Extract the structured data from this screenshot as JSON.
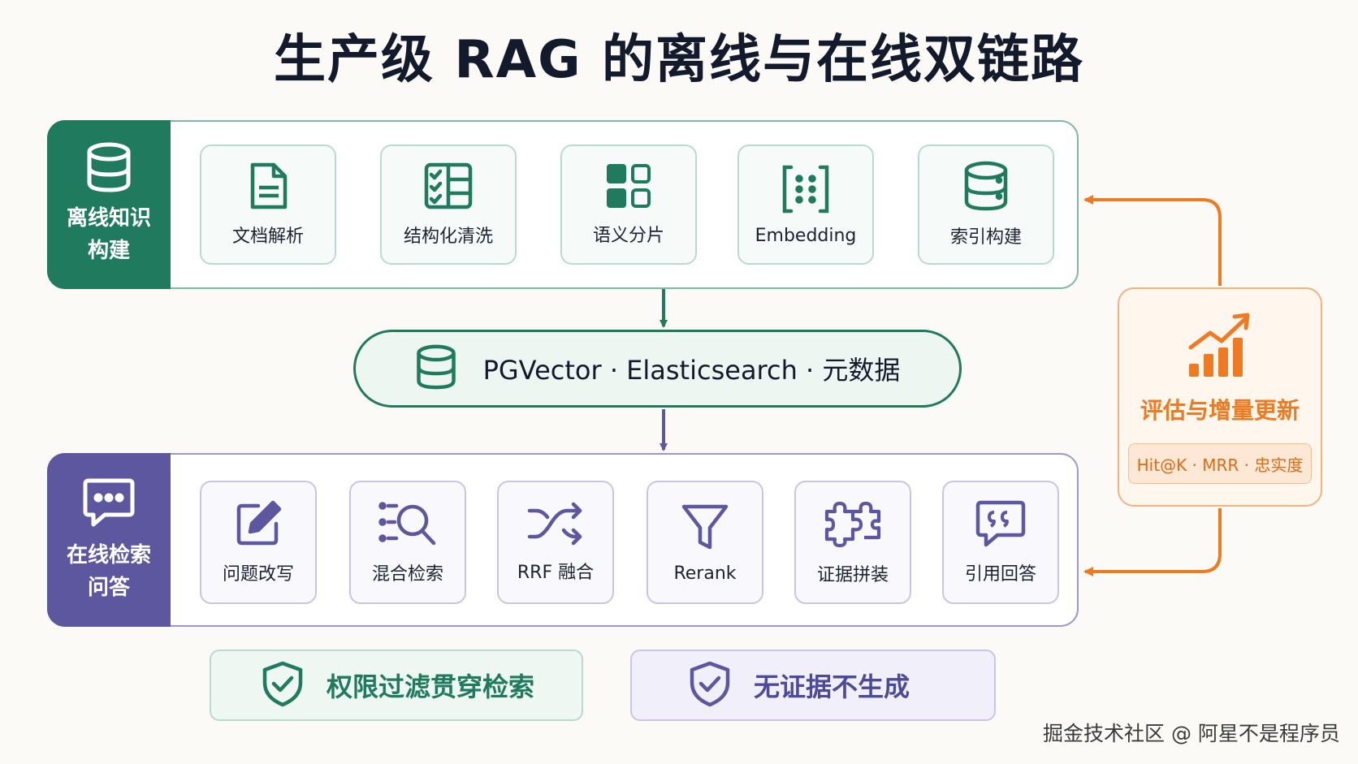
{
  "title": "生产级 RAG 的离线与在线双链路",
  "offline": {
    "label": "离线知识构建",
    "steps": [
      {
        "label": "文档解析",
        "icon": "document-icon"
      },
      {
        "label": "结构化清洗",
        "icon": "table-checklist-icon"
      },
      {
        "label": "语义分片",
        "icon": "grid-blocks-icon"
      },
      {
        "label": "Embedding",
        "icon": "vector-brackets-icon"
      },
      {
        "label": "索引构建",
        "icon": "database-icon"
      }
    ]
  },
  "store": {
    "label": "PGVector · Elasticsearch · 元数据",
    "icon": "database-icon"
  },
  "online": {
    "label": "在线检索问答",
    "steps": [
      {
        "label": "问题改写",
        "icon": "edit-icon"
      },
      {
        "label": "混合检索",
        "icon": "search-list-icon"
      },
      {
        "label": "RRF 融合",
        "icon": "shuffle-icon"
      },
      {
        "label": "Rerank",
        "icon": "filter-icon"
      },
      {
        "label": "证据拼装",
        "icon": "puzzle-icon"
      },
      {
        "label": "引用回答",
        "icon": "quote-bubble-icon"
      }
    ]
  },
  "evaluation": {
    "title": "评估与增量更新",
    "metrics": "Hit@K · MRR · 忠实度",
    "icon": "growth-chart-icon"
  },
  "guards": [
    {
      "label": "权限过滤贯穿检索",
      "icon": "shield-check-icon"
    },
    {
      "label": "无证据不生成",
      "icon": "shield-check-icon"
    }
  ],
  "watermark": "掘金技术社区 @ 阿星不是程序员",
  "colors": {
    "offline_accent": "#1f7a5e",
    "online_accent": "#5d579f",
    "evaluation_accent": "#ee7a22"
  }
}
